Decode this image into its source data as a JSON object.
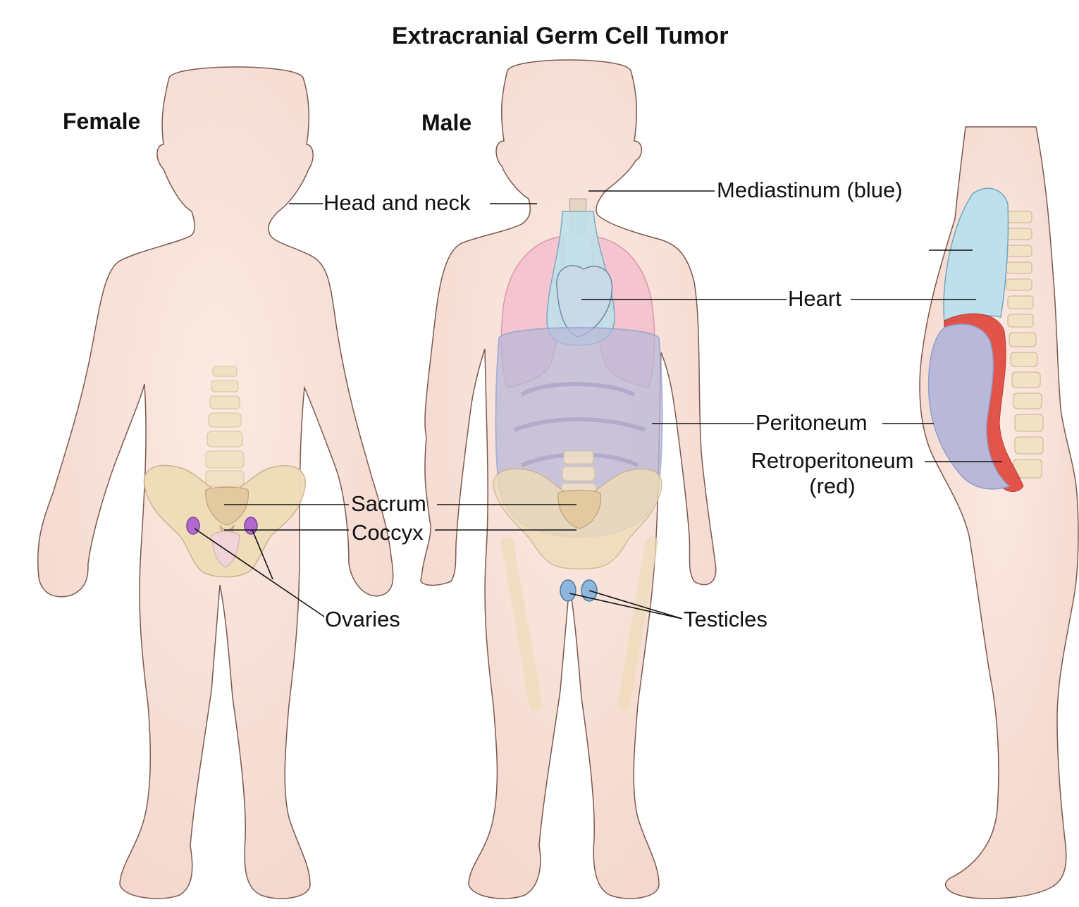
{
  "title": "Extracranial Germ Cell Tumor",
  "figures": {
    "female": {
      "heading": "Female"
    },
    "male": {
      "heading": "Male"
    }
  },
  "labels": {
    "head_and_neck": "Head and neck",
    "mediastinum": "Mediastinum (blue)",
    "heart": "Heart",
    "peritoneum": "Peritoneum",
    "retroperitoneum_line1": "Retroperitoneum",
    "retroperitoneum_line2": "(red)",
    "sacrum": "Sacrum",
    "coccyx": "Coccyx",
    "ovaries": "Ovaries",
    "testicles": "Testicles"
  },
  "colors": {
    "skin": "#f8e4dc",
    "skin_outline": "#6b4a42",
    "bone": "#efdcb8",
    "lung": "#f4c2cf",
    "mediastinum": "#bfe0ea",
    "peritoneum": "#b9b8d8",
    "retroperitoneum": "#e0453a",
    "ovary": "#b36ad0",
    "testicle": "#8fb6dc",
    "leader_line": "#111111"
  }
}
